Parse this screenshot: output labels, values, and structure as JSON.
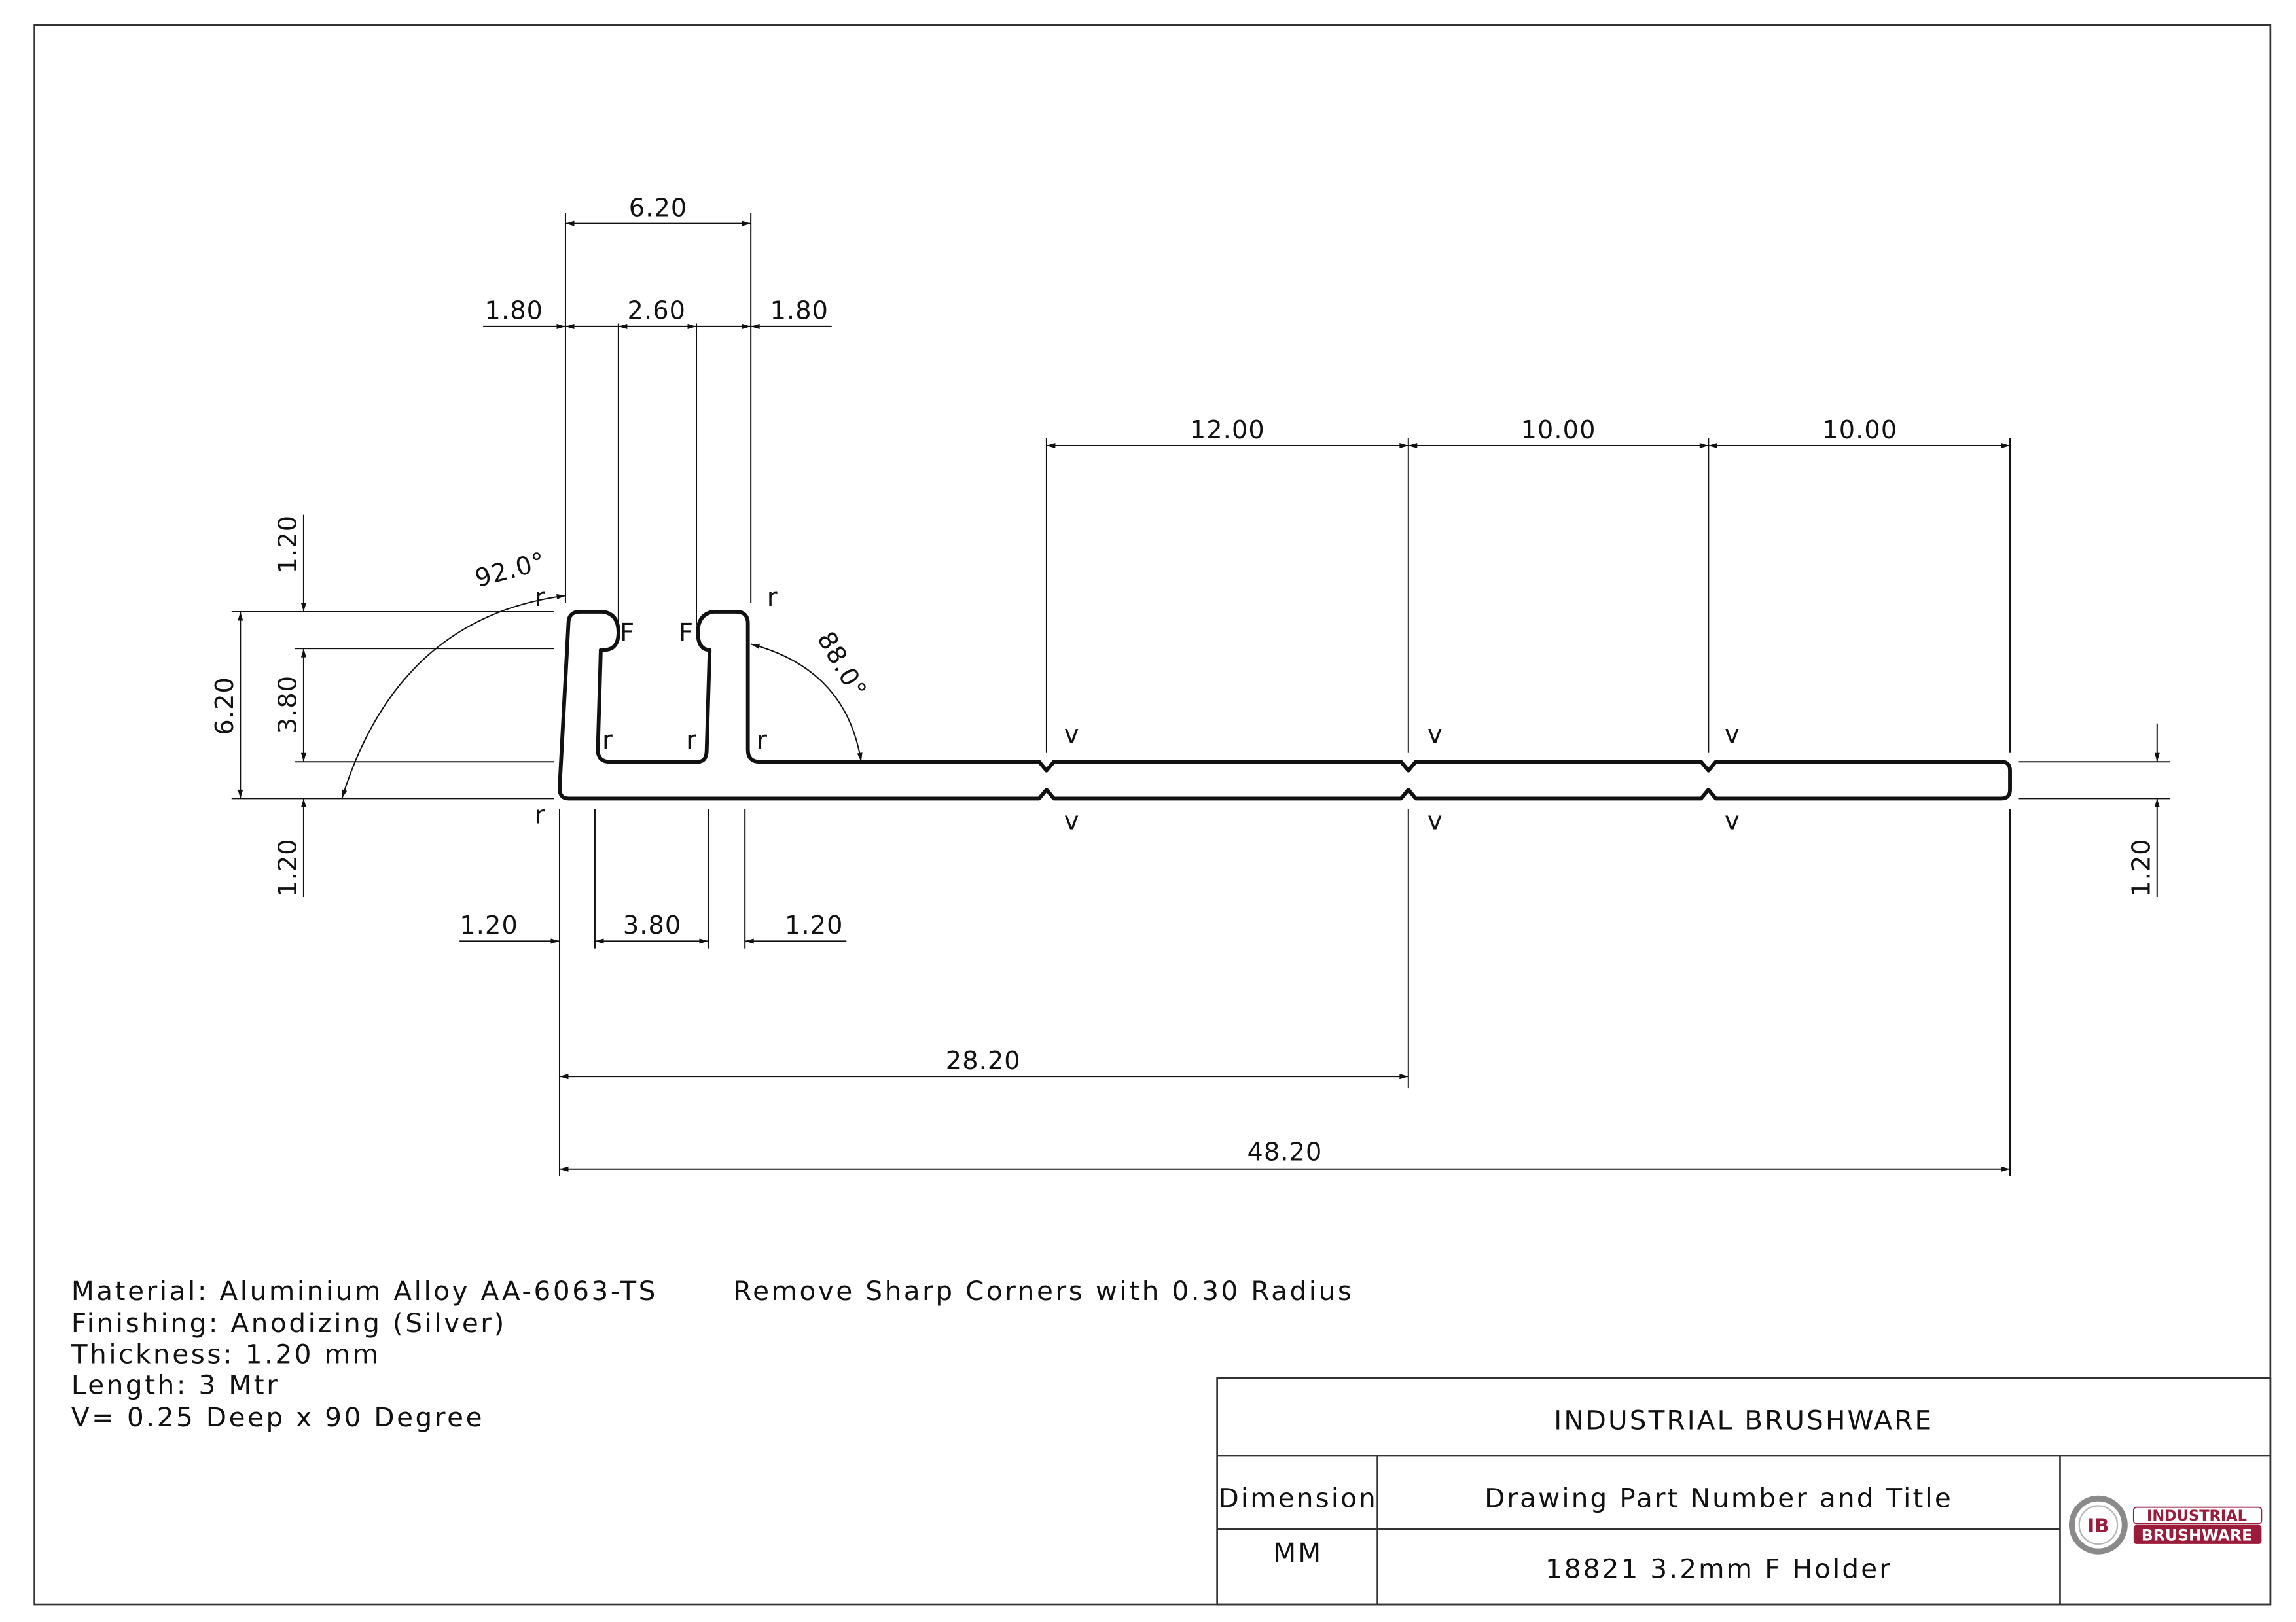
{
  "drawing": {
    "dimensions": {
      "top_overall": "6.20",
      "top_left_lip": "1.80",
      "top_slot": "2.60",
      "top_right_lip": "1.80",
      "seg_1": "12.00",
      "seg_2": "10.00",
      "seg_3": "10.00",
      "left_top_thickness": "1.20",
      "left_height": "6.20",
      "left_inner_height": "3.80",
      "left_bottom_thickness": "1.20",
      "right_thickness": "1.20",
      "bottom_left_wall": "1.20",
      "bottom_channel": "3.80",
      "bottom_right_wall": "1.20",
      "to_second_groove": "28.20",
      "overall_length": "48.20"
    },
    "angles": {
      "left": "92.0°",
      "right": "88.0°"
    },
    "markers": {
      "radius": "r",
      "fillet": "F",
      "groove": "v"
    }
  },
  "notes": {
    "material": "Material: Aluminium Alloy AA-6063-TS",
    "finishing": "Finishing: Anodizing (Silver)",
    "thickness": "Thickness: 1.20 mm",
    "length": "Length: 3 Mtr",
    "groove": "V= 0.25 Deep x 90 Degree",
    "corners": "Remove Sharp Corners with 0.30 Radius"
  },
  "title_block": {
    "company": "INDUSTRIAL BRUSHWARE",
    "dimension_label": "Dimension",
    "dimension_unit": "MM",
    "title_label": "Drawing Part Number and Title",
    "title_value": "18821 3.2mm F Holder",
    "logo": {
      "mark": "IB",
      "line1": "INDUSTRIAL",
      "line2": "BRUSHWARE",
      "brand_color": "#9b1b3a",
      "ring_color": "#8a8a8a"
    }
  }
}
